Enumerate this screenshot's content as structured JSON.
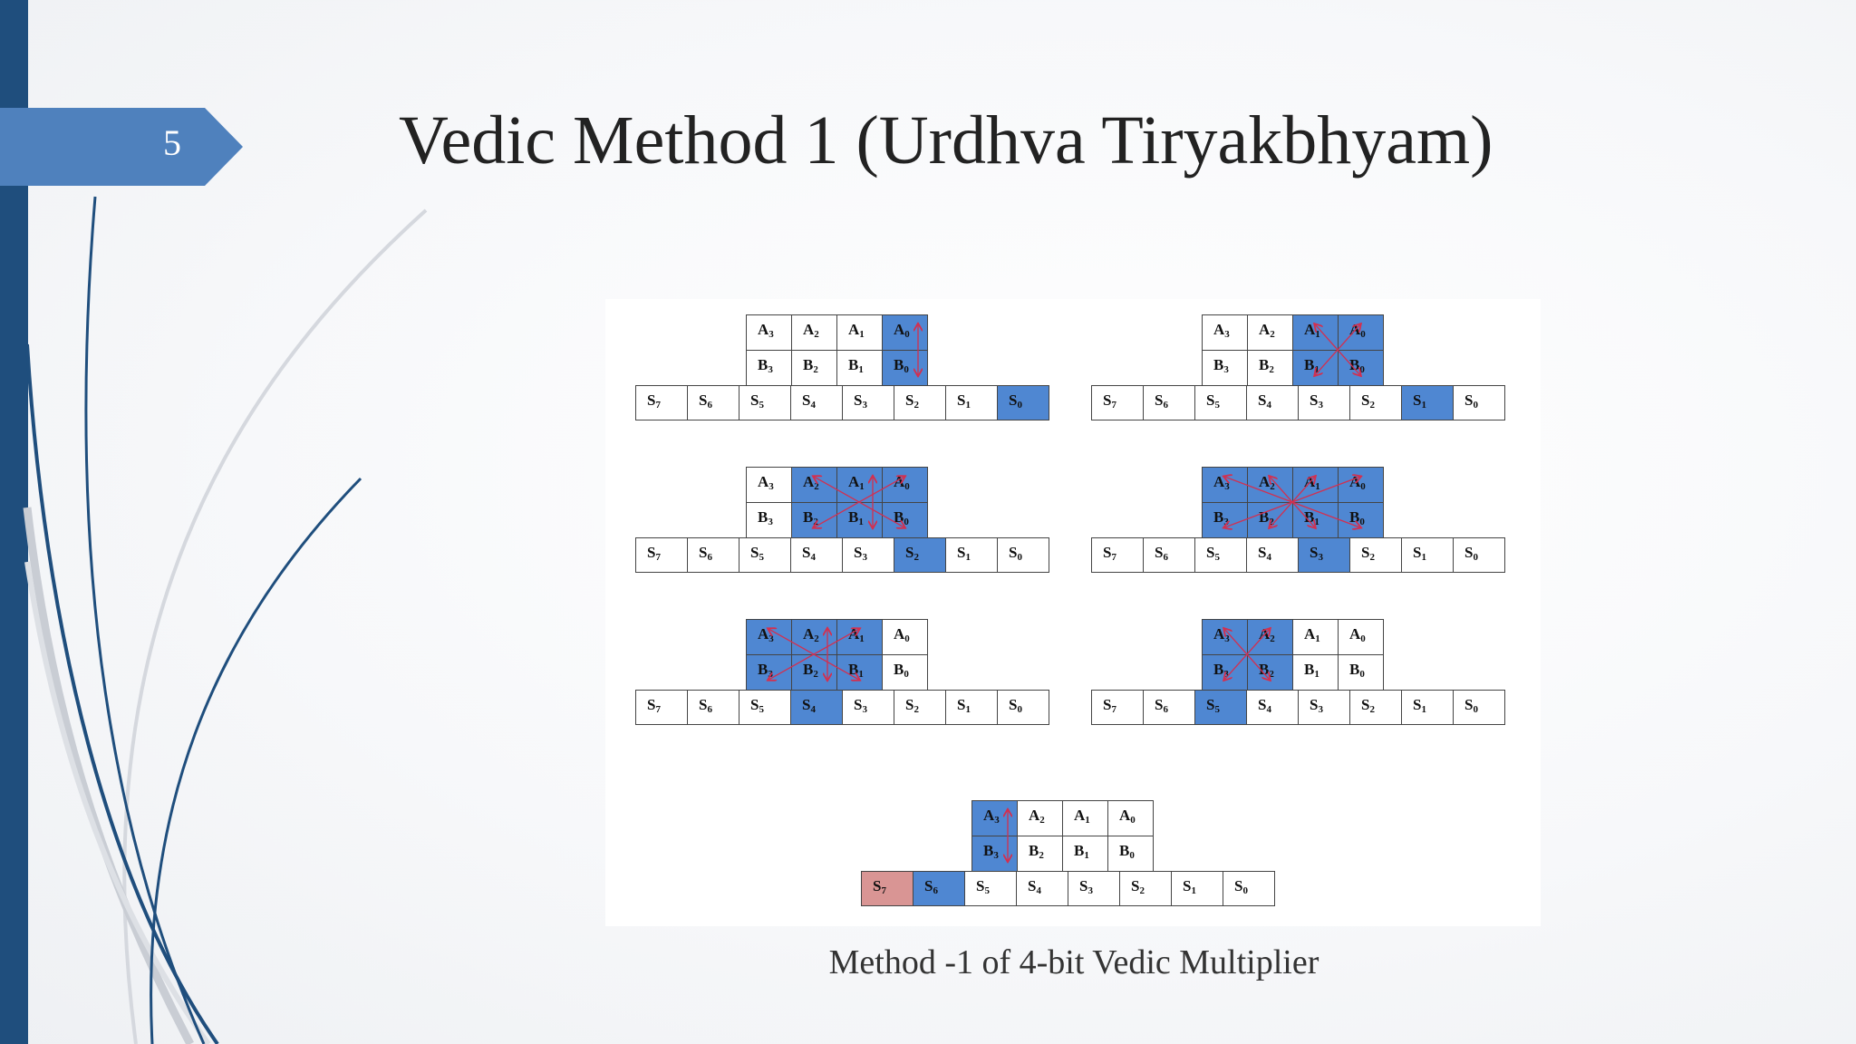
{
  "slide": {
    "number": "5",
    "title": "Vedic Method 1 (Urdhva Tiryakbhyam)",
    "caption": "Method -1 of 4-bit Vedic Multiplier"
  },
  "colors": {
    "sidebar": "#1f4e7d",
    "tab": "#4f81bd",
    "highlight": "#4f87d2",
    "final_carry": "#d99594",
    "arrow": "#d32f4f"
  },
  "diagram": {
    "a_labels": [
      "A3",
      "A2",
      "A1",
      "A0"
    ],
    "b_labels": [
      "B3",
      "B2",
      "B1",
      "B0"
    ],
    "s_labels": [
      "S7",
      "S6",
      "S5",
      "S4",
      "S3",
      "S2",
      "S1",
      "S0"
    ],
    "steps": [
      {
        "name": "step-1",
        "highlighted_columns": [
          "A0/B0"
        ],
        "highlighted_sums": [
          "S0"
        ]
      },
      {
        "name": "step-2",
        "highlighted_columns": [
          "A1/B1",
          "A0/B0"
        ],
        "highlighted_sums": [
          "S1"
        ]
      },
      {
        "name": "step-3",
        "highlighted_columns": [
          "A2/B2",
          "A1/B1",
          "A0/B0"
        ],
        "highlighted_sums": [
          "S2"
        ]
      },
      {
        "name": "step-4",
        "highlighted_columns": [
          "A3/B3",
          "A2/B2",
          "A1/B1",
          "A0/B0"
        ],
        "highlighted_sums": [
          "S3"
        ]
      },
      {
        "name": "step-5",
        "highlighted_columns": [
          "A3/B3",
          "A2/B2",
          "A1/B1"
        ],
        "highlighted_sums": [
          "S4"
        ]
      },
      {
        "name": "step-6",
        "highlighted_columns": [
          "A3/B3",
          "A2/B2"
        ],
        "highlighted_sums": [
          "S5"
        ]
      },
      {
        "name": "step-7",
        "highlighted_columns": [
          "A3/B3"
        ],
        "highlighted_sums": [
          "S6"
        ],
        "carry_sum": "S7"
      }
    ]
  }
}
